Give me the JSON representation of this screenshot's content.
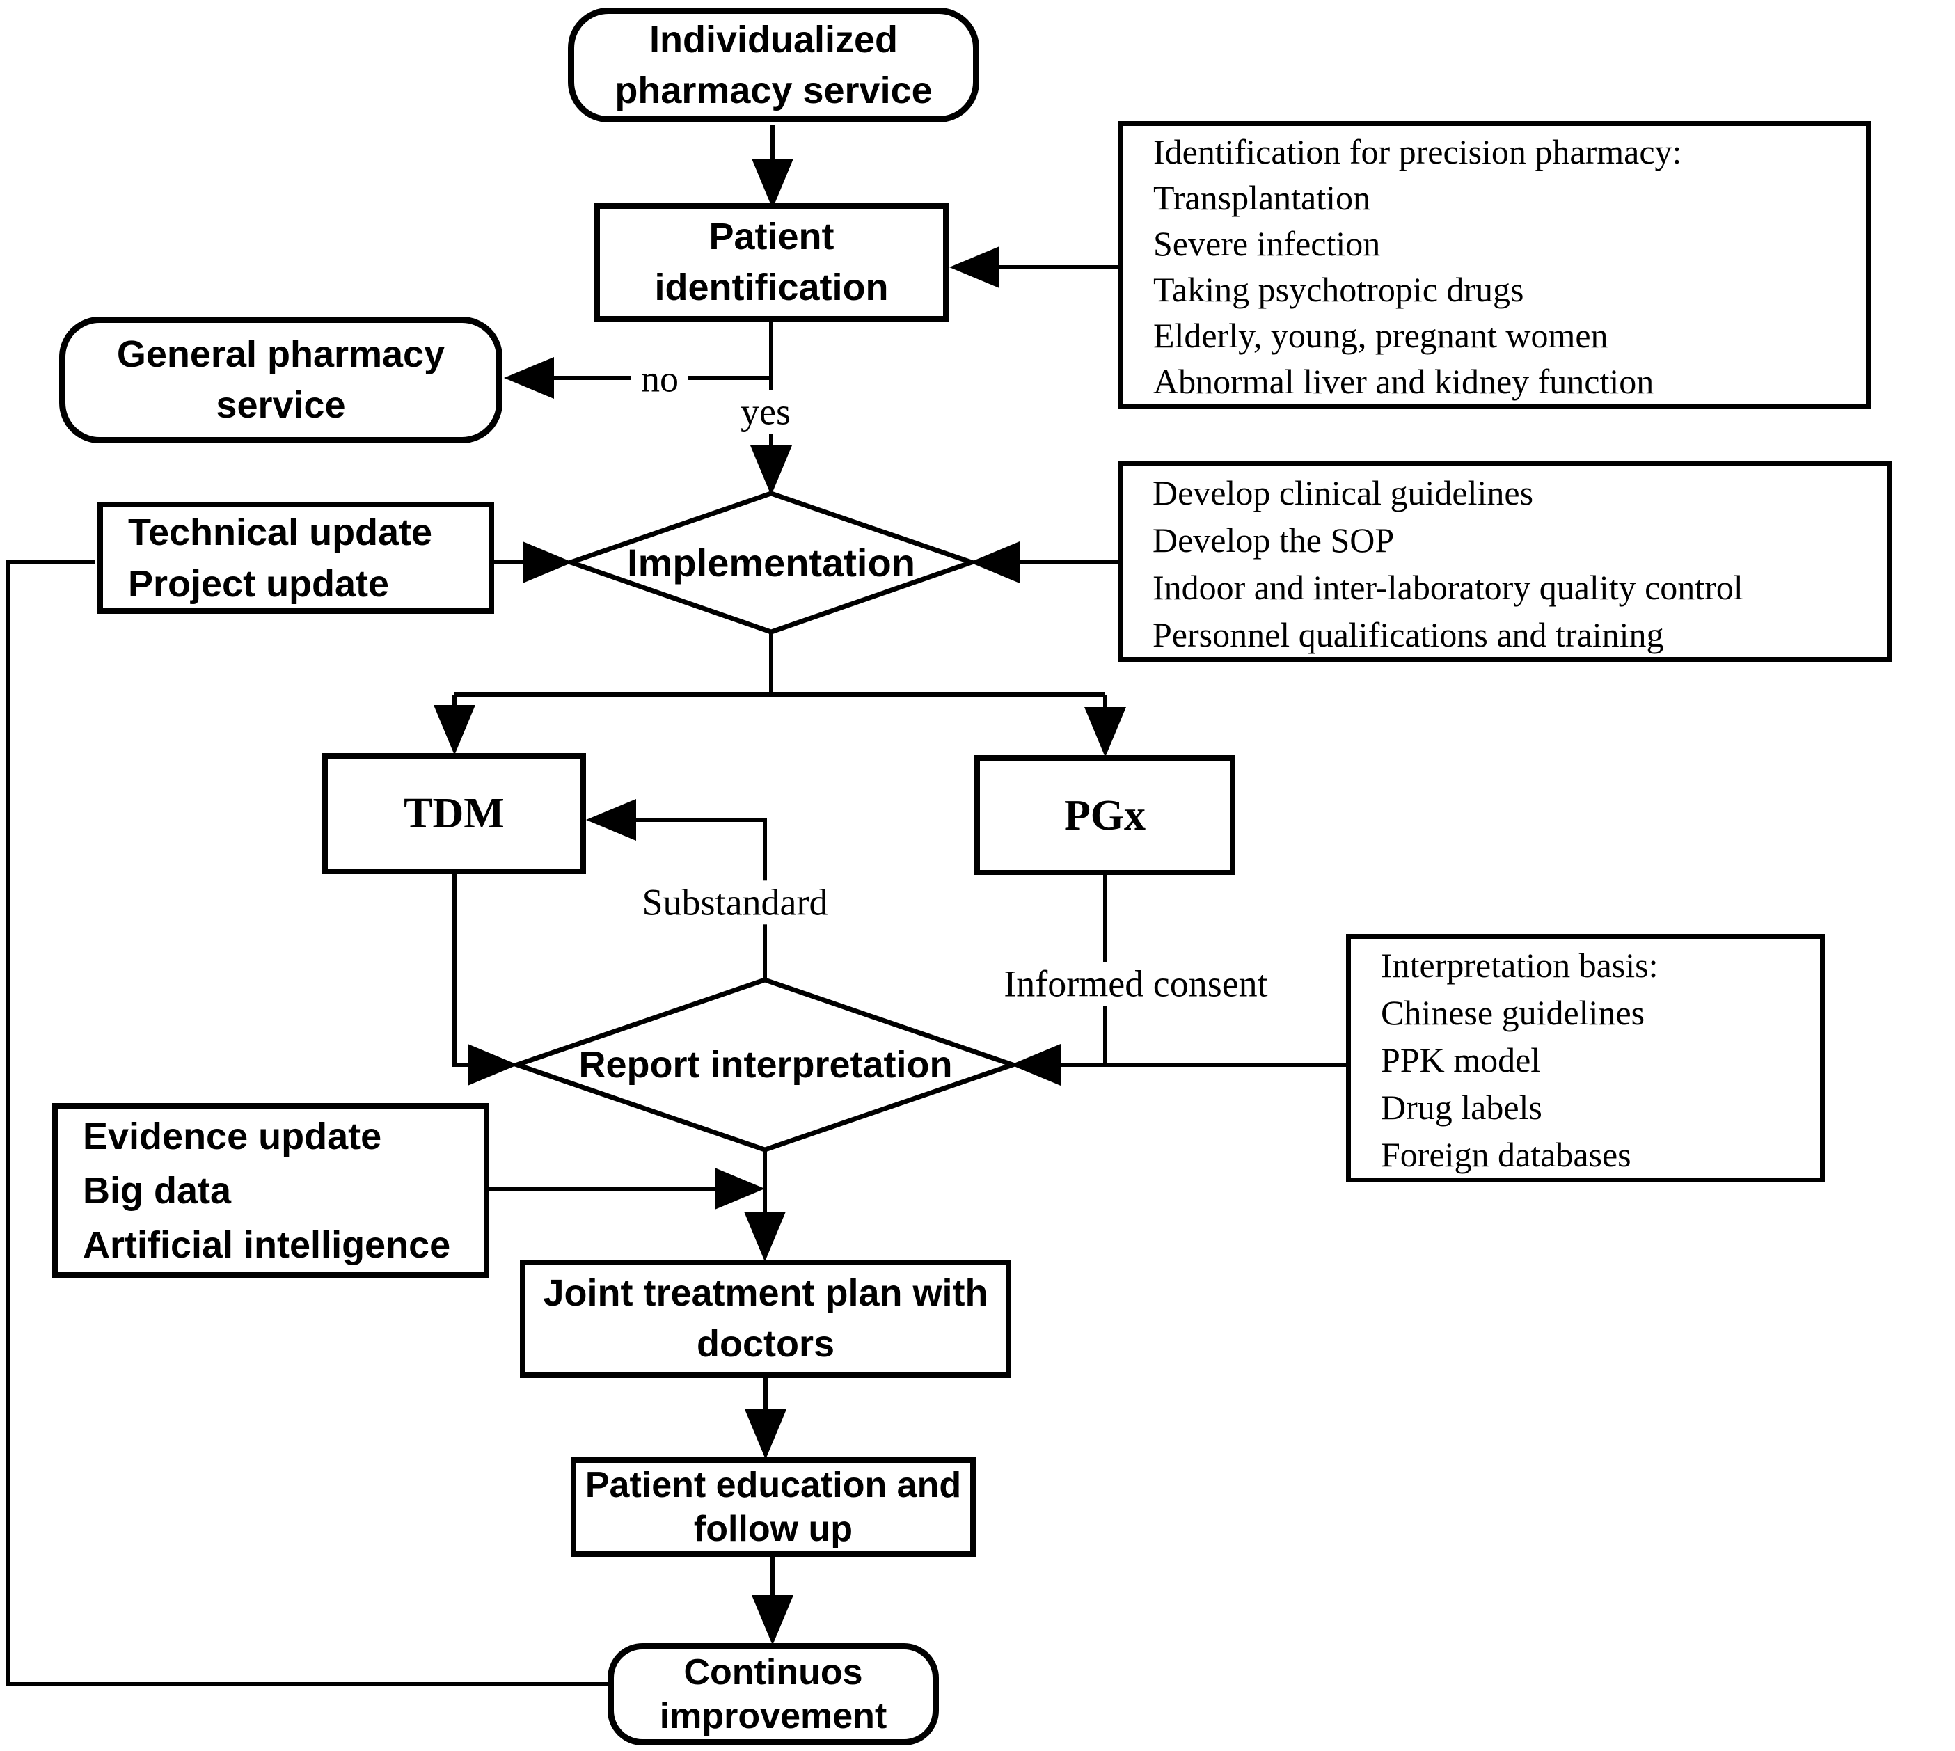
{
  "diagram": {
    "colors": {
      "stroke": "#000000",
      "background": "#ffffff"
    },
    "nodes": {
      "start": {
        "label": "Individualized pharmacy service"
      },
      "patient_identification": {
        "label": "Patient identification"
      },
      "general_pharmacy": {
        "label": "General pharmacy service"
      },
      "implementation": {
        "label": "Implementation"
      },
      "technical_update": {
        "lines": [
          "Technical update",
          "Project update"
        ]
      },
      "tdm": {
        "label": "TDM"
      },
      "pgx": {
        "label": "PGx"
      },
      "report_interpretation": {
        "label": "Report interpretation"
      },
      "evidence_update": {
        "lines": [
          "Evidence update",
          "Big data",
          "Artificial intelligence"
        ]
      },
      "joint_treatment_plan": {
        "label": "Joint treatment plan with doctors"
      },
      "patient_education": {
        "label": "Patient education and follow up"
      },
      "continuous_improvement": {
        "label": "Continuos improvement"
      }
    },
    "notes": {
      "identification_criteria": {
        "lines": [
          "Identification for precision pharmacy:",
          "Transplantation",
          "Severe infection",
          "Taking psychotropic drugs",
          "Elderly, young, pregnant women",
          "Abnormal liver and kidney function"
        ]
      },
      "implementation_tasks": {
        "lines": [
          "Develop clinical guidelines",
          "Develop the SOP",
          "Indoor and inter-laboratory quality control",
          "Personnel qualifications and training"
        ]
      },
      "interpretation_basis": {
        "lines": [
          "Interpretation basis:",
          "Chinese guidelines",
          "PPK model",
          "Drug labels",
          "Foreign databases"
        ]
      }
    },
    "edge_labels": {
      "no": "no",
      "yes": "yes",
      "substandard": "Substandard",
      "informed_consent": "Informed consent"
    }
  }
}
